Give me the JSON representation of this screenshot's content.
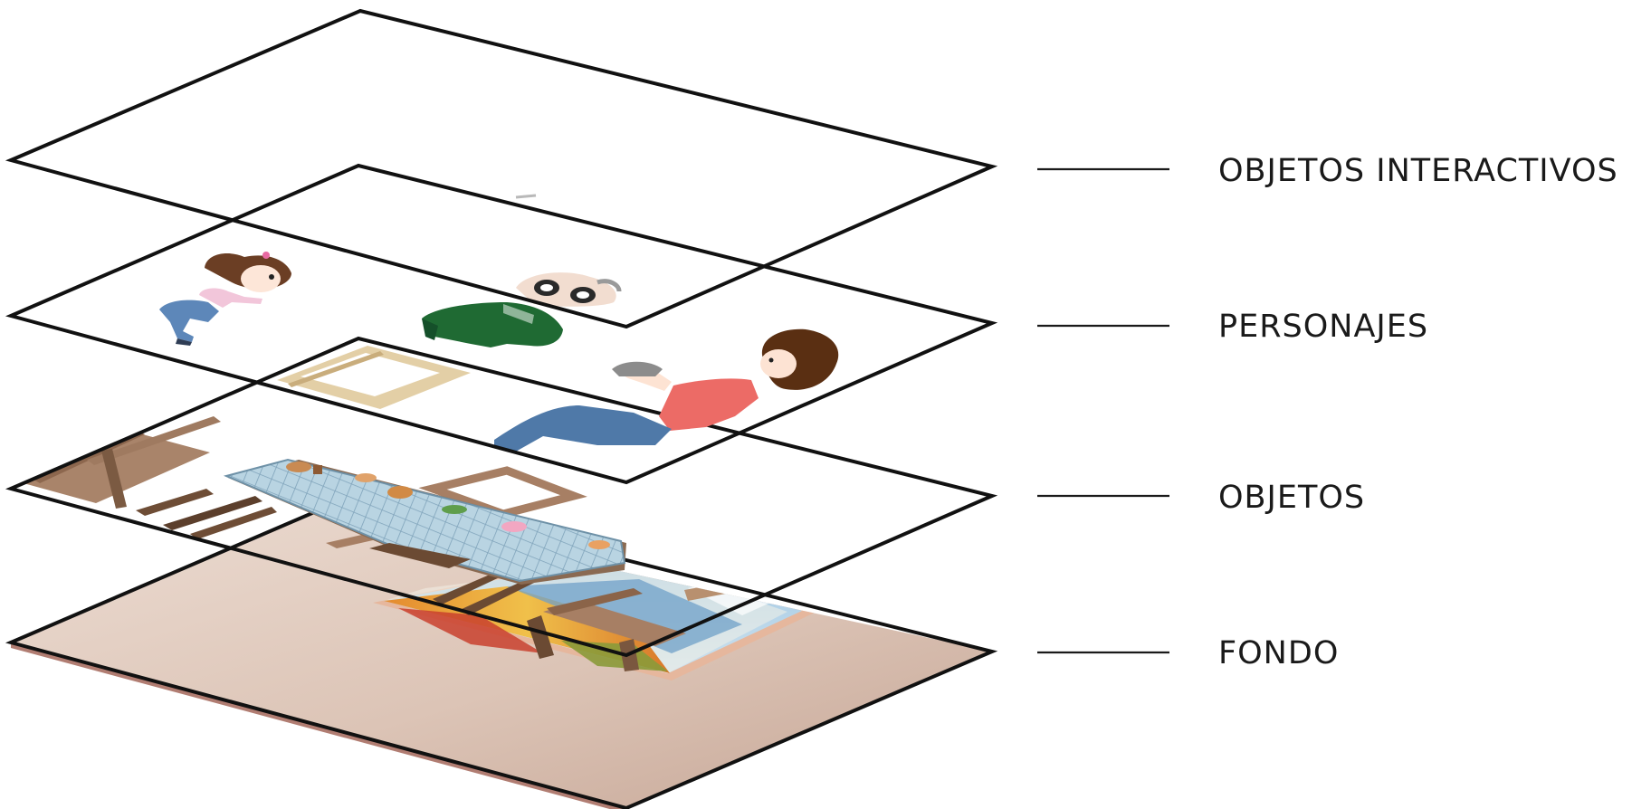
{
  "diagram": {
    "layers": [
      {
        "key": "interactive",
        "label": "OBJETOS INTERACTIVOS"
      },
      {
        "key": "characters",
        "label": "PERSONAJES"
      },
      {
        "key": "objects",
        "label": "OBJETOS"
      },
      {
        "key": "background",
        "label": "FONDO"
      }
    ]
  },
  "colors": {
    "outline": "#111111",
    "floor_light": "#e8d6cb",
    "floor_dark": "#c9aa9a",
    "floor_edge": "#b17d72",
    "wood": "#a77f64",
    "wood_light": "#d8c39e",
    "tablecloth": "#a8c6d6",
    "girl_hair": "#6b3e24",
    "girl_shirt": "#f2c6da",
    "girl_pants": "#5d87b9",
    "grandpa_sweater": "#1f6a33",
    "mother_hair": "#5a2f12",
    "mother_shirt": "#ec6b66",
    "mother_pants": "#4f79a8",
    "rug_sky": "#8fb8d8",
    "rug_field": "#e3a43a"
  }
}
